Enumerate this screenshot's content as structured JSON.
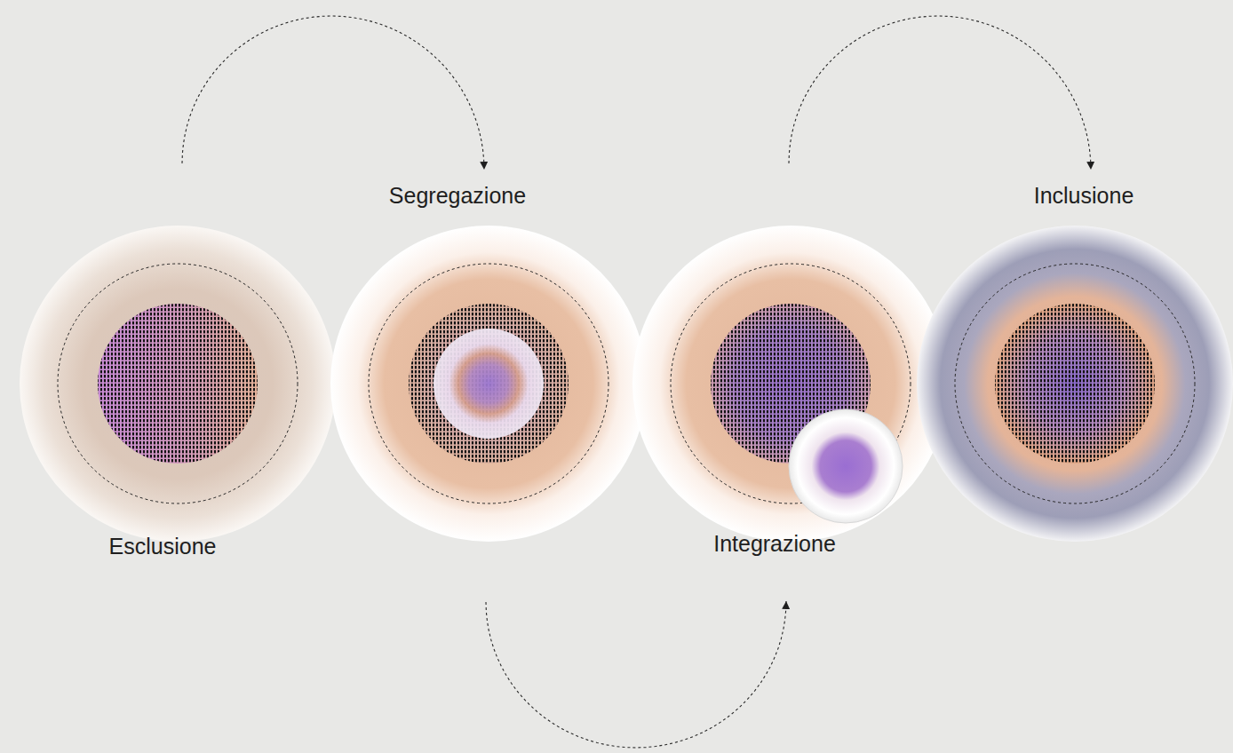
{
  "diagram": {
    "nodes": [
      {
        "text": [
          "Esclusione"
        ]
      },
      {
        "text": [
          "Segregazione"
        ]
      },
      {
        "text": [
          "Integrazione"
        ]
      },
      {
        "text": [
          "Inclusione"
        ]
      }
    ],
    "edges": [
      {
        "from": 0,
        "to": 1,
        "arrow": "to"
      },
      {
        "from": 1,
        "to": 2,
        "arrow": "to"
      },
      {
        "from": 2,
        "to": 3,
        "arrow": "to"
      }
    ]
  }
}
